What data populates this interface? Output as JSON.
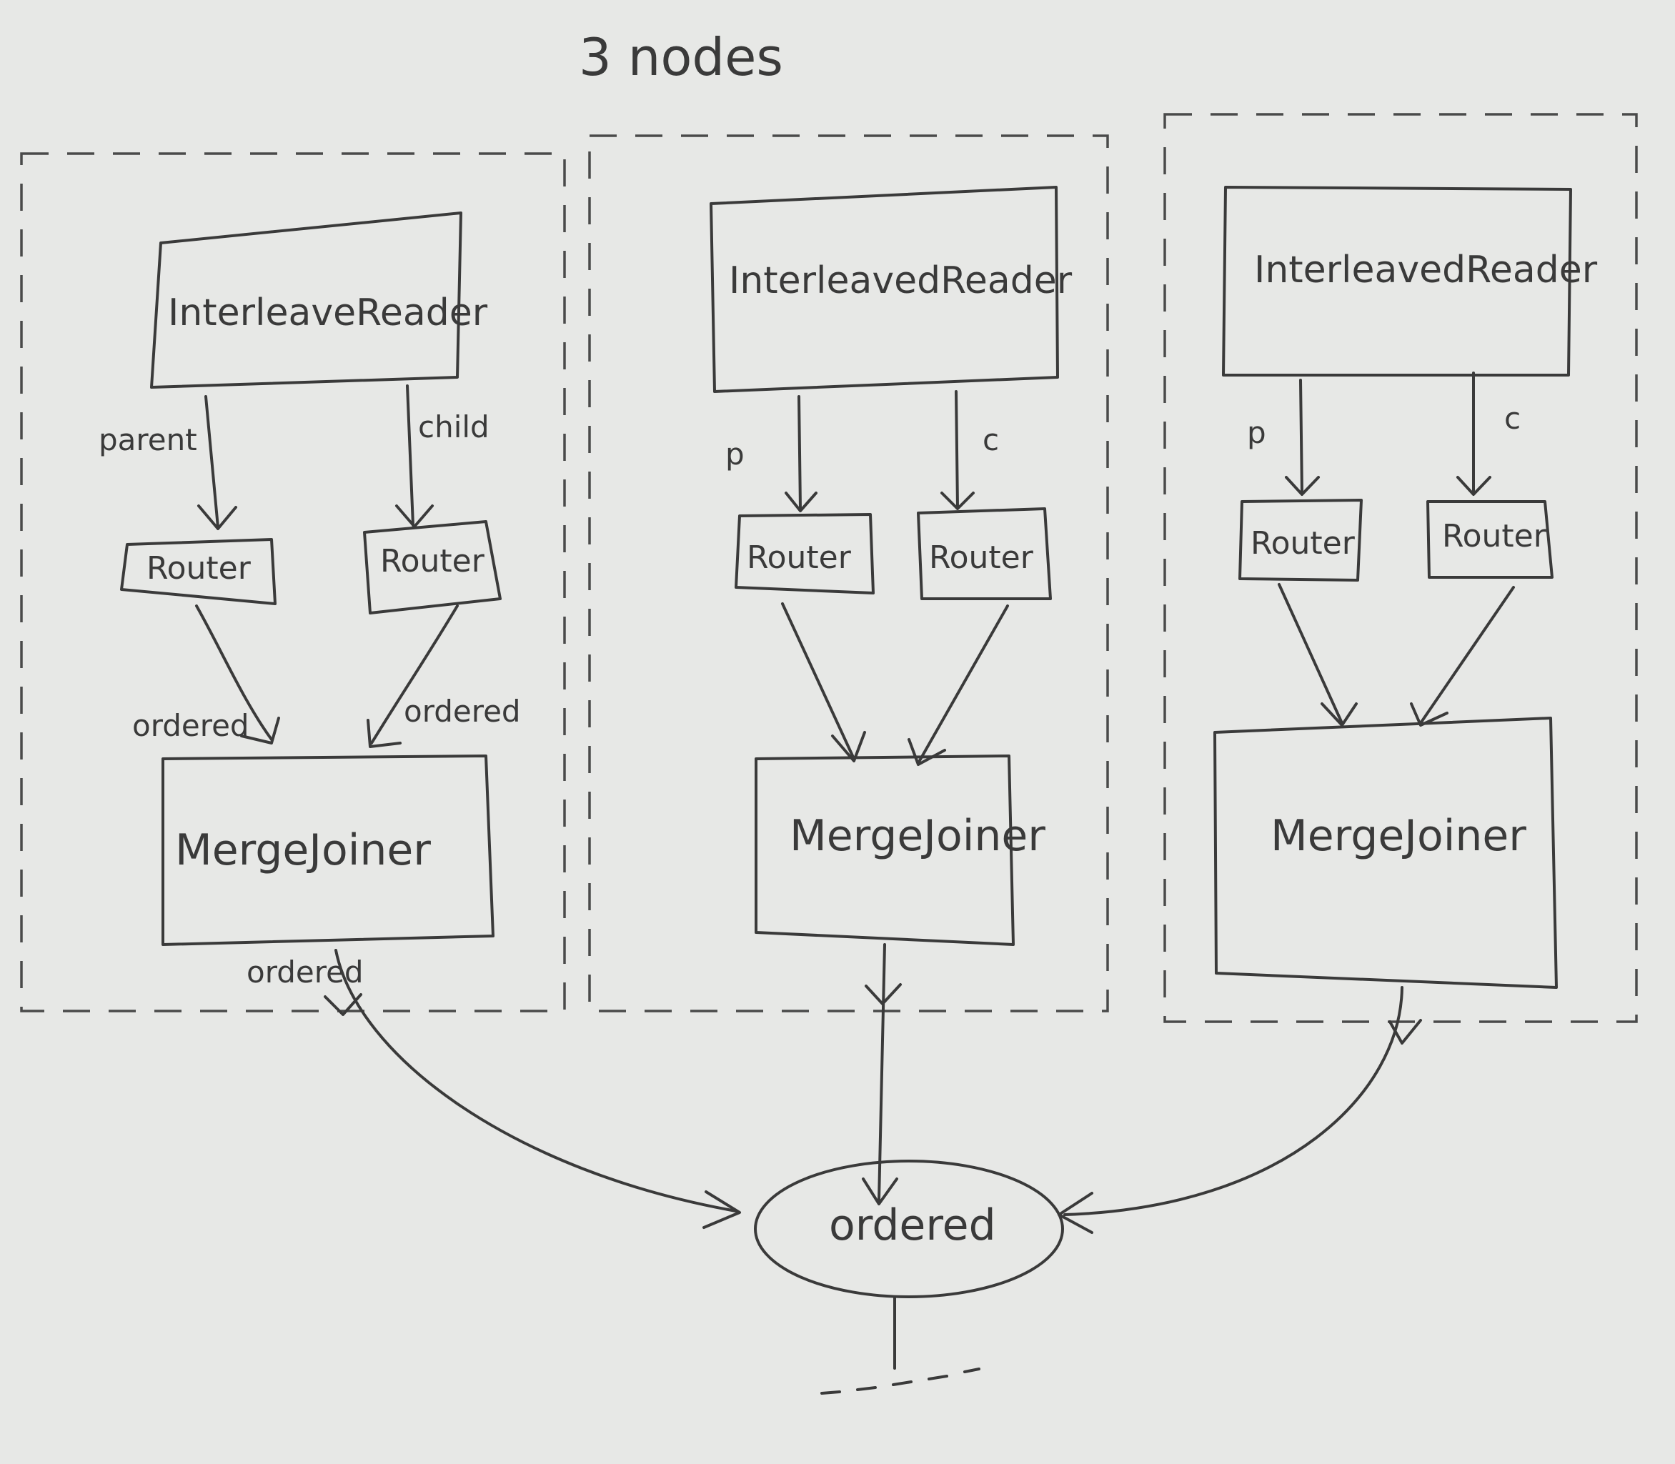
{
  "title": "3 nodes",
  "nodes": [
    {
      "reader": "InterleaveReader",
      "left_edge_label": "parent",
      "right_edge_label": "child",
      "router_left": "Router",
      "router_right": "Router",
      "left_merge_label": "ordered",
      "right_merge_label": "ordered",
      "joiner": "MergeJoiner",
      "output_label": "ordered"
    },
    {
      "reader": "InterleavedReader",
      "left_edge_label": "p",
      "right_edge_label": "c",
      "router_left": "Router",
      "router_right": "Router",
      "joiner": "MergeJoiner"
    },
    {
      "reader": "InterleavedReader",
      "left_edge_label": "p",
      "right_edge_label": "c",
      "router_left": "Router",
      "router_right": "Router",
      "joiner": "MergeJoiner"
    }
  ],
  "sink": "ordered"
}
